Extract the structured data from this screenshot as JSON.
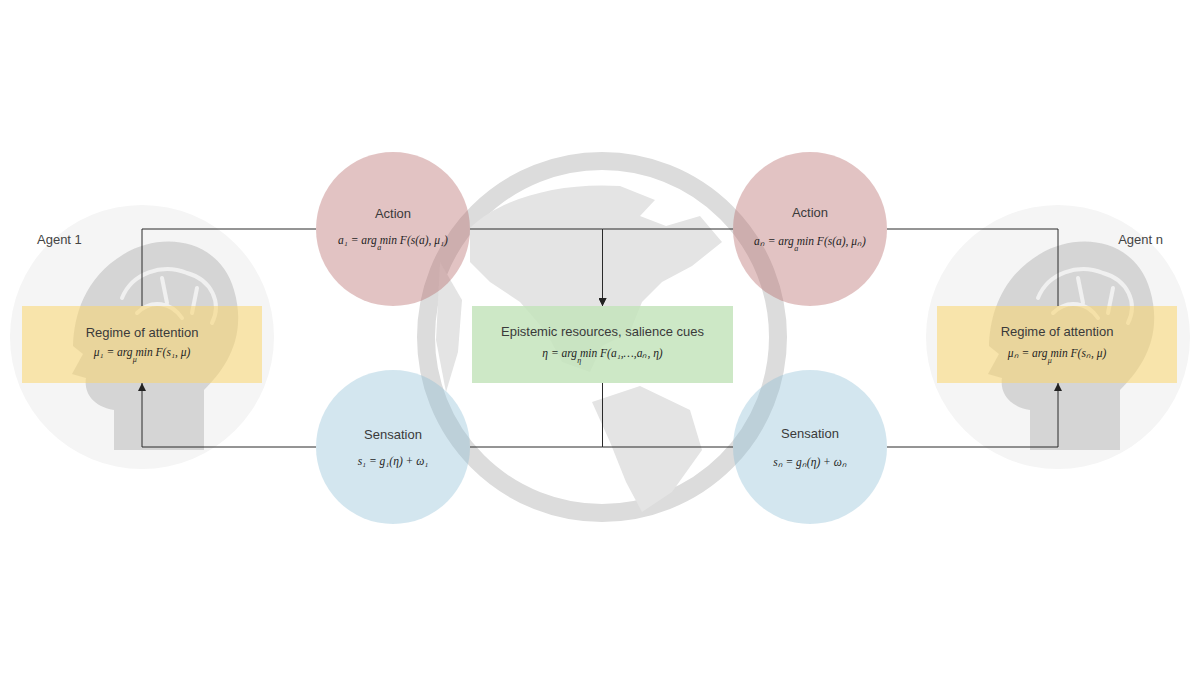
{
  "diagram": {
    "nodes": [
      {
        "text": [
          "Action",
          "a₁ = arg min F(s(a), μ₁)",
          "a"
        ]
      },
      {
        "text": [
          "Action",
          "aₙ = arg min F(s(a), μₙ)",
          "a"
        ]
      },
      {
        "text": [
          "Regime of attention",
          "μ₁ = arg min F(s₁, μ)",
          "μ"
        ]
      },
      {
        "text": [
          "Epistemic resources, salience cues",
          "η = arg min F(a₁,…,aₙ, η)",
          "η"
        ]
      },
      {
        "text": [
          "Regime of attention",
          "μₙ = arg min F(sₙ, μ)",
          "μ"
        ]
      },
      {
        "text": [
          "Sensation",
          "s₁ = g₁(η) + ω₁"
        ]
      },
      {
        "text": [
          "Sensation",
          "sₙ = gₙ(η) + ωₙ"
        ]
      }
    ],
    "edges": [
      {
        "from": 2,
        "to": 0,
        "arrow": "none"
      },
      {
        "from": 0,
        "to": 3,
        "arrow": "to"
      },
      {
        "from": 4,
        "to": 1,
        "arrow": "none"
      },
      {
        "from": 1,
        "to": 3,
        "arrow": "to"
      },
      {
        "from": 3,
        "to": 5,
        "arrow": "none"
      },
      {
        "from": 5,
        "to": 2,
        "arrow": "to"
      },
      {
        "from": 3,
        "to": 6,
        "arrow": "none"
      },
      {
        "from": 6,
        "to": 4,
        "arrow": "to"
      }
    ],
    "labels": [
      "Agent 1",
      "Agent n"
    ]
  }
}
